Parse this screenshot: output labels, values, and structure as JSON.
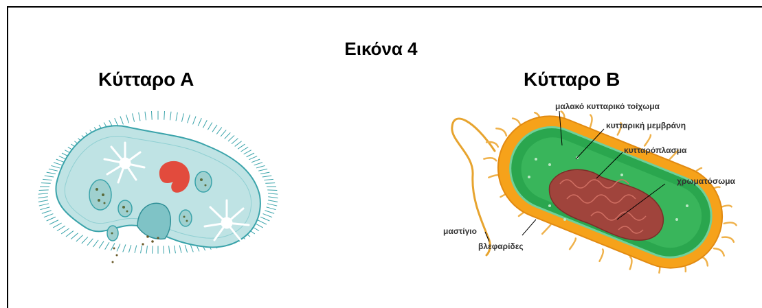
{
  "figure": {
    "title": "Εικόνα 4",
    "cell_a": {
      "title": "Κύτταρο Α"
    },
    "cell_b": {
      "title": "Κύτταρο Β",
      "labels": {
        "soft_cell_wall": "μαλακό κυτταρικό τοίχωμα",
        "cell_membrane": "κυτταρική μεμβράνη",
        "cytoplasm": "κυτταρόπλασμα",
        "chromosome": "χρωματόσωμα",
        "flagellum": "μαστίγιο",
        "cilia": "βλεφαρίδες"
      }
    }
  },
  "colors": {
    "paramecium_body": "#bfe3e4",
    "paramecium_edge": "#3aa3aa",
    "nucleus": "#e24b3d",
    "bacterium_wall": "#f6a21a",
    "bacterium_inner": "#2aa64e",
    "chromosome": "#a0443c"
  }
}
